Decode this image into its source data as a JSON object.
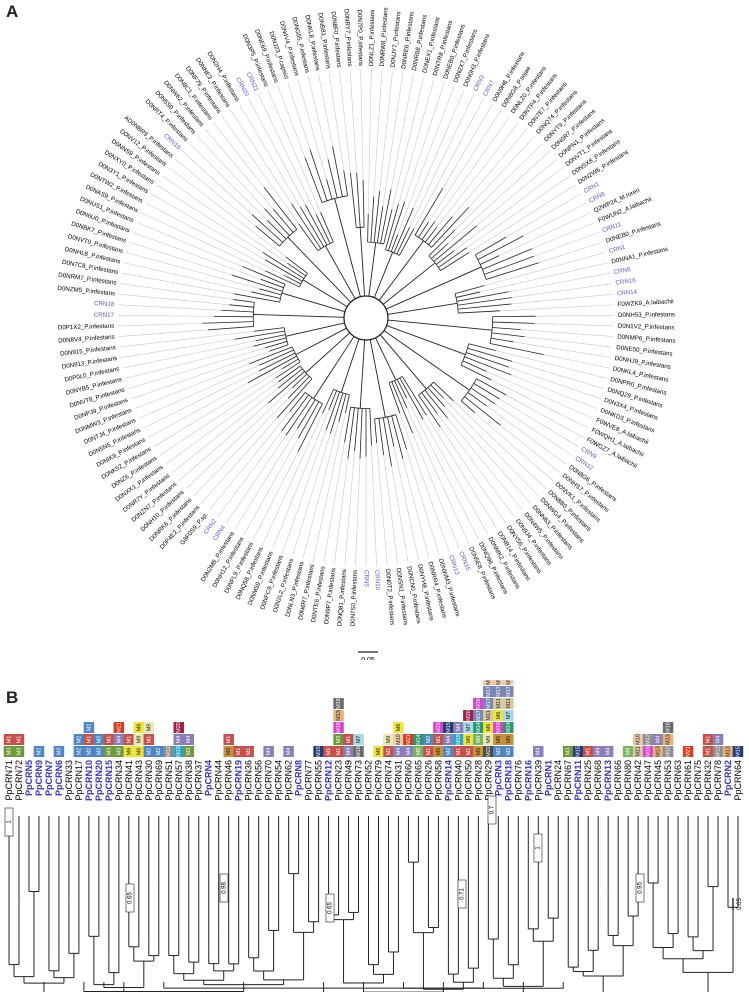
{
  "panel_a": {
    "letter": "A",
    "scale_label": "0.05",
    "leaves": [
      "D0NLZ1_P.infestans",
      "D0NRW8_P.infestans",
      "D0NJY7_P.infestans",
      "D0NRE6_P.infestans",
      "D0NR88_P.infestans",
      "D0NEX1_P.infestans",
      "D0NTR8_P.infestans",
      "D0NEB0_P.infestans",
      "D0N2X7_P.infestans",
      "D0N0H3_P.infestans",
      "CRN3",
      "CRN7",
      "D0N9H6_P.infestans",
      "D0N8G8_P.sojae",
      "D0NLZ0_P.infestans",
      "D0NTP4_P.infestans",
      "D0N7E7_P.infestans",
      "D0NQ74_P.infestans",
      "D0NYT9_P.infestans",
      "D0N0R7_P.infestans",
      "D0NPN1_P.infestans",
      "D0NVT1_P.infestans",
      "D0NSX8_P.infestans",
      "D0N2W6_P.infestans",
      "CRN1",
      "CRN8",
      "Q2WP24_M.roreri",
      "F0WUN2_A.laibachii",
      "CRN11",
      "D0NEB0_P.infestans",
      "CRN1",
      "D0NNA1_P.infestans",
      "CRN6",
      "CRN16",
      "CRN14",
      "F0WZK9_A.laibachii",
      "D0NH53_P.infestans",
      "D0N1V2_P.infestans",
      "D0NMP6_P.infestans",
      "D0NE50_P.infestans",
      "D0NHJ9_P.infestans",
      "D0NKL4_P.infestans",
      "D0NPR0_P.infestans",
      "D0NQ29_P.infestans",
      "D0N3X4_P.infestans",
      "D0NKD3_P.infestans",
      "F0WVE8_A.laibachii",
      "F0WQH1_A.laibachii",
      "F0WGZ7_A.laibachii",
      "CRN9",
      "CRN12",
      "D0N8G6_P.infestans",
      "D0NHS7_P.infestans",
      "D0NVK1_P.infestans",
      "D0N8B0_P.infestans",
      "D0NWG4_P.infestans",
      "D0NN63_P.infestans",
      "D0N4W5_P.infestans",
      "D0N9J4_P.infestans",
      "D0NY56_P.infestans",
      "D0NB14_P.infestans",
      "D0NMK2_P.infestans",
      "D0NQ96_P.infestans",
      "D0N5E8_P.infestans",
      "CRN15",
      "CRN13",
      "D0NWM3_P.infestans",
      "D0NRR4_P.infestans",
      "D0NYH8_P.infestans",
      "D0NCN0_P.infestans",
      "D0NSN1_P.infestans",
      "D0N0T2_P.infestans",
      "CRN10",
      "CRN5",
      "D0N7S0_P.infestans",
      "D0NQ81_P.infestans",
      "D0N9P7_P.infestans",
      "D0NTE6_P.infestans",
      "D0N6R7_P.infestans",
      "D0NLN3_P.infestans",
      "D0N2L2_P.infestans",
      "D0NFC9_P.infestans",
      "D0NM59_P.infestans",
      "D0NQ58_P.infestans",
      "D0NFL9_P.infestans",
      "D0NH12_P.infestans",
      "D0N2M8_P.infestans",
      "CRN4",
      "CRN2",
      "G8F0S9_P.sp.",
      "D0P4E2_P.infestans",
      "D0NRK6_P.infestans",
      "D0NH10_P.infestans",
      "D0NZN7_P.infestans",
      "D0NR7Y_P.infestans",
      "D0NXX1_P.infestans",
      "D0NZ6_P.infestans",
      "D0NK52_P.infestans",
      "D0NIK9_P.infestans",
      "D0N5N5_P.infestans",
      "D0NTJ4_P.infestans",
      "D0NMW3_P.infestans",
      "D0NPJ9_P.infestans",
      "D0NVT8_P.infestans",
      "D0NYB5_P.infestans",
      "D0P0L0_P.infestans",
      "D0N913_P.infestans",
      "D0N915_P.infestans",
      "D0N8V4_P.infestans",
      "D0P1X2_P.infestans",
      "CRN17",
      "CRN18",
      "D0NZM5_P.infestans",
      "D0NRM7_P.infestans",
      "D0N7C8_P.infestans",
      "D0NHL8_P.infestans",
      "D0NVT0_P.infestans",
      "D0NBK7_P.infestans",
      "D0N6U0_P.infestans",
      "D0NUS1_P.infestans",
      "D0NAS9_P.infestans",
      "D0NTW2_P.infestans",
      "D0N3Y1_P.infestans",
      "D0NXY0_P.infestans",
      "D0NNS9_P.infestans",
      "D0NV12_P.infestans",
      "AD0NBR9_P.infestans",
      "CRN19",
      "D0NRT4_P.infestans",
      "D0N5S0_P.infestans",
      "D0NW62_P.infestans",
      "D0N8C1_P.infestans",
      "D0NF79_P.infestans",
      "D0NNE3_P.infestans",
      "D0N2H4_P.infestans",
      "CRN20",
      "CRN21",
      "D0N3P5_P.infestans",
      "D0NE69_P.infestans",
      "D0NJ23_P.capsici",
      "D0N4V4_P.infestans",
      "D0NG55_P.infestans",
      "D0NKL8_P.infestans",
      "D0NB81_P.infestans",
      "D0N8F0_P.infestans",
      "D0NRY7_P.infestans",
      "D0N7P0_P.infestans"
    ],
    "highlight_every": 5
  },
  "panel_b": {
    "letter": "B",
    "scale_label": "0.05",
    "taxa": [
      {
        "name": "PpCRN71",
        "hl": false,
        "mods": [
          "M3",
          "M1"
        ]
      },
      {
        "name": "PpCRN72",
        "hl": false,
        "mods": [
          "M3",
          "M1"
        ]
      },
      {
        "name": "PpCRN5",
        "hl": true,
        "mods": []
      },
      {
        "name": "PpCRN9",
        "hl": true,
        "mods": [
          "M2"
        ]
      },
      {
        "name": "PpCRN7",
        "hl": true,
        "mods": []
      },
      {
        "name": "PpCRN6",
        "hl": true,
        "mods": [
          "M2"
        ]
      },
      {
        "name": "PpCRN33",
        "hl": false,
        "mods": []
      },
      {
        "name": "PpCRN17",
        "hl": false,
        "mods": [
          "M2",
          "M2"
        ]
      },
      {
        "name": "PpCRN10",
        "hl": true,
        "mods": [
          "M2",
          "M1",
          "M2"
        ]
      },
      {
        "name": "PpCRN20",
        "hl": true,
        "mods": [
          "M2",
          "M2"
        ]
      },
      {
        "name": "PpCRN15",
        "hl": true,
        "mods": [
          "M3",
          "M1"
        ]
      },
      {
        "name": "PpCRN34",
        "hl": false,
        "mods": [
          "M3",
          "M4",
          "M21"
        ]
      },
      {
        "name": "PpCRN41",
        "hl": false,
        "mods": [
          "M6",
          "M1"
        ]
      },
      {
        "name": "PpCRN43",
        "hl": false,
        "mods": [
          "M6",
          "M9",
          "M6"
        ]
      },
      {
        "name": "PpCRN30",
        "hl": false,
        "mods": [
          "M2",
          "M1",
          "M9"
        ]
      },
      {
        "name": "PpCRN69",
        "hl": false,
        "mods": [
          "M2"
        ]
      },
      {
        "name": "PpCRN51",
        "hl": false,
        "mods": [
          "M12"
        ]
      },
      {
        "name": "PpCRN57",
        "hl": false,
        "mods": [
          "M19",
          "M4",
          "M20"
        ]
      },
      {
        "name": "PpCRN38",
        "hl": false,
        "mods": [
          "M3",
          "M4"
        ]
      },
      {
        "name": "PpCRN37",
        "hl": false,
        "mods": []
      },
      {
        "name": "PpCRN4",
        "hl": true,
        "mods": []
      },
      {
        "name": "PpCRN44",
        "hl": false,
        "mods": []
      },
      {
        "name": "PpCRN46",
        "hl": false,
        "mods": [
          "M5",
          "M1"
        ]
      },
      {
        "name": "PpCRN19",
        "hl": true,
        "mods": [
          "M1"
        ]
      },
      {
        "name": "PpCRN36",
        "hl": false,
        "mods": [
          "M1"
        ]
      },
      {
        "name": "PpCRN56",
        "hl": false,
        "mods": []
      },
      {
        "name": "PpCRN70",
        "hl": false,
        "mods": [
          "M4"
        ]
      },
      {
        "name": "PpCRN54",
        "hl": false,
        "mods": []
      },
      {
        "name": "PpCRN62",
        "hl": false,
        "mods": [
          "M4"
        ]
      },
      {
        "name": "PpCRN8",
        "hl": true,
        "mods": []
      },
      {
        "name": "PpCRN77",
        "hl": false,
        "mods": []
      },
      {
        "name": "PpCRN55",
        "hl": false,
        "mods": [
          "M15"
        ]
      },
      {
        "name": "PpCRN12",
        "hl": true,
        "mods": [
          "M1"
        ]
      },
      {
        "name": "PpCRN23",
        "hl": false,
        "mods": [
          "M1",
          "M3",
          "M16",
          "M13",
          "M18"
        ]
      },
      {
        "name": "PpCRN49",
        "hl": false,
        "mods": [
          "M4",
          "M1"
        ]
      },
      {
        "name": "PpCRN73",
        "hl": false,
        "mods": [
          "M18",
          "M7"
        ]
      },
      {
        "name": "PpCRN52",
        "hl": false,
        "mods": []
      },
      {
        "name": "PpCRN79",
        "hl": false,
        "mods": [
          "M6"
        ]
      },
      {
        "name": "PpCRN74",
        "hl": false,
        "mods": [
          "M1",
          "M9"
        ]
      },
      {
        "name": "PpCRN31",
        "hl": false,
        "mods": [
          "M4",
          "M10",
          "M6"
        ]
      },
      {
        "name": "PpCRN60",
        "hl": false,
        "mods": [
          "M4",
          "M21"
        ]
      },
      {
        "name": "PpCRN65",
        "hl": false,
        "mods": [
          "M8",
          "M14"
        ]
      },
      {
        "name": "PpCRN26",
        "hl": false,
        "mods": [
          "M1",
          "M2"
        ]
      },
      {
        "name": "PpCRN58",
        "hl": false,
        "mods": [
          "M5",
          "M1",
          "M16"
        ]
      },
      {
        "name": "PpCRN14",
        "hl": true,
        "mods": [
          "M2",
          "M4",
          "M15"
        ]
      },
      {
        "name": "PpCRN40",
        "hl": false,
        "mods": [
          "M1",
          "M19",
          "M4"
        ]
      },
      {
        "name": "PpCRN50",
        "hl": false,
        "mods": [
          "M1",
          "M6",
          "M7",
          "M20"
        ]
      },
      {
        "name": "PpCRN28",
        "hl": false,
        "mods": [
          "M5",
          "M8",
          "M14",
          "M17",
          "M16"
        ]
      },
      {
        "name": "PpCRN29",
        "hl": false,
        "mods": [
          "M22",
          "M9",
          "M6",
          "M11",
          "M17",
          "M17",
          "M10"
        ]
      },
      {
        "name": "PpCRN3",
        "hl": true,
        "mods": [
          "M2",
          "M5",
          "M16",
          "M6",
          "M11",
          "M17",
          "M10"
        ]
      },
      {
        "name": "PpCRN18",
        "hl": true,
        "mods": [
          "M2",
          "M5",
          "M14",
          "M7",
          "M11",
          "M17",
          "M10"
        ]
      },
      {
        "name": "PpCRN76",
        "hl": false,
        "mods": []
      },
      {
        "name": "PpCRN16",
        "hl": true,
        "mods": []
      },
      {
        "name": "PpCRN39",
        "hl": false,
        "mods": [
          "M4"
        ]
      },
      {
        "name": "PpCRN1",
        "hl": true,
        "mods": []
      },
      {
        "name": "PpCRN24",
        "hl": false,
        "mods": []
      },
      {
        "name": "PpCRN67",
        "hl": false,
        "mods": [
          "M3"
        ]
      },
      {
        "name": "PpCRN11",
        "hl": true,
        "mods": [
          "M15"
        ]
      },
      {
        "name": "PpCRN25",
        "hl": false,
        "mods": [
          "M1"
        ]
      },
      {
        "name": "PpCRN68",
        "hl": false,
        "mods": [
          "M4"
        ]
      },
      {
        "name": "PpCRN13",
        "hl": true,
        "mods": [
          "M4"
        ]
      },
      {
        "name": "PpCRN66",
        "hl": false,
        "mods": []
      },
      {
        "name": "PpCRN80",
        "hl": false,
        "mods": [
          "M8"
        ]
      },
      {
        "name": "PpCRN42",
        "hl": false,
        "mods": [
          "M11",
          "M10"
        ]
      },
      {
        "name": "PpCRN47",
        "hl": false,
        "mods": [
          "M16",
          "M12"
        ]
      },
      {
        "name": "PpCRN45",
        "hl": false,
        "mods": [
          "M13",
          "M4"
        ]
      },
      {
        "name": "PpCRN53",
        "hl": false,
        "mods": [
          "M12",
          "M13",
          "M18"
        ]
      },
      {
        "name": "PpCRN63",
        "hl": false,
        "mods": []
      },
      {
        "name": "PpCRN61",
        "hl": false,
        "mods": [
          "M21"
        ]
      },
      {
        "name": "PpCRN75",
        "hl": false,
        "mods": []
      },
      {
        "name": "PpCRN32",
        "hl": false,
        "mods": [
          "M1",
          "M1"
        ]
      },
      {
        "name": "PpCRN78",
        "hl": false,
        "mods": [
          "M12",
          "M4"
        ]
      },
      {
        "name": "PpCRN2",
        "hl": true,
        "mods": [
          "M13"
        ]
      },
      {
        "name": "PpCRN64",
        "hl": false,
        "mods": [
          "M15"
        ]
      }
    ],
    "bootstrap_labels": [
      "1",
      "0.65",
      "0.98",
      "0.65",
      "0.71",
      "0.7",
      "1",
      "0.95"
    ],
    "module_colors": {
      "M1": "#c8504b",
      "M2": "#4f86c6",
      "M3": "#6e9a3b",
      "M4": "#8a7fb8",
      "M5": "#c8903c",
      "M6": "#f0e43a",
      "M7": "#a9d8e8",
      "M8": "#77b55a",
      "M9": "#e9e9b0",
      "M10": "#f0c9a8",
      "M11": "#d9c9a0",
      "M12": "#8d8d8d",
      "M13": "#e8b07a",
      "M14": "#2a9a6e",
      "M15": "#233b7a",
      "M16": "#d943d0",
      "M17": "#7a87b4",
      "M18": "#6b6b6b",
      "M19": "#2aa6c8",
      "M20": "#a0204a",
      "M21": "#d93a1e",
      "M22": "#4a4a4a"
    }
  }
}
